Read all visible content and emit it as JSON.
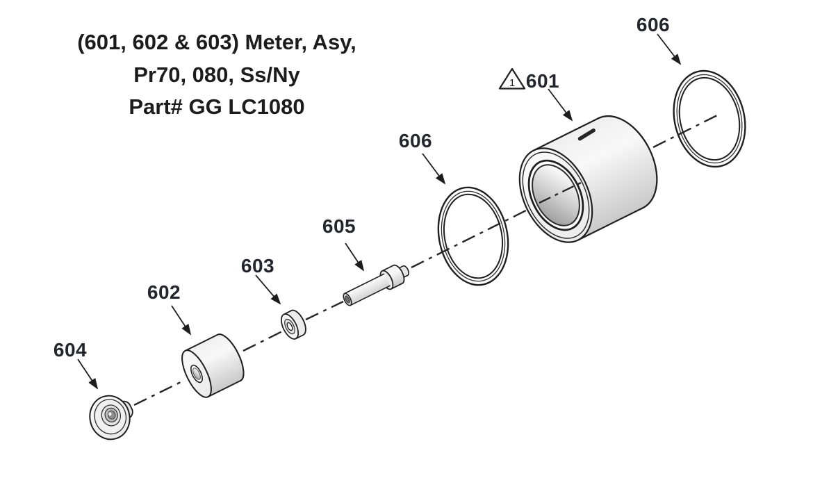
{
  "title": {
    "line1": "(601, 602 & 603) Meter, Asy,",
    "line2": "Pr70, 080, Ss/Ny",
    "line3": "Part# GG LC1080"
  },
  "callouts": {
    "c601": "601",
    "c602": "602",
    "c603": "603",
    "c604": "604",
    "c605": "605",
    "c606_left": "606",
    "c606_right": "606"
  },
  "warning": {
    "note": "1"
  },
  "colors": {
    "outline": "#1f1f1f",
    "label_text": "#23262d",
    "title_text": "#1c1c1c",
    "background": "#ffffff",
    "part_fill_light": "#f4f4f4",
    "part_fill_mid": "#e7e7e7",
    "part_fill_shadow": "#cdcdcd",
    "bore_shadow": "#8f8f8f"
  }
}
